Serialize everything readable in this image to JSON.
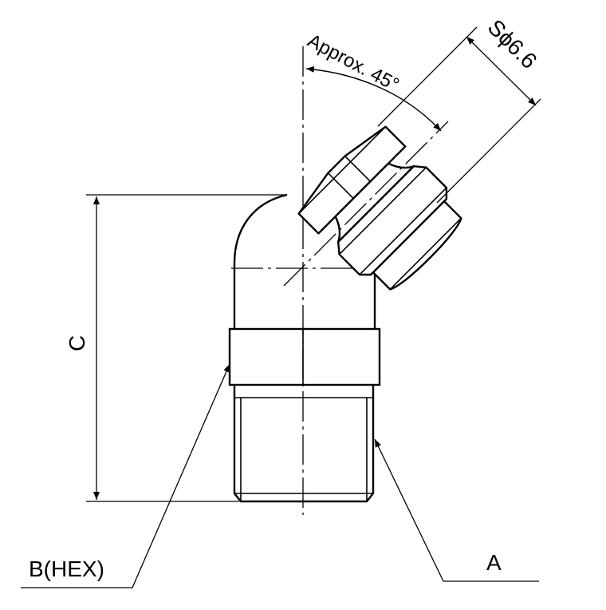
{
  "labels": {
    "angle": "Approx. 45°",
    "sphere_diameter": "Sϕ6.6",
    "height": "C",
    "hex": "B(HEX)",
    "thread": "A"
  },
  "colors": {
    "line": "#000000",
    "background": "#ffffff"
  }
}
